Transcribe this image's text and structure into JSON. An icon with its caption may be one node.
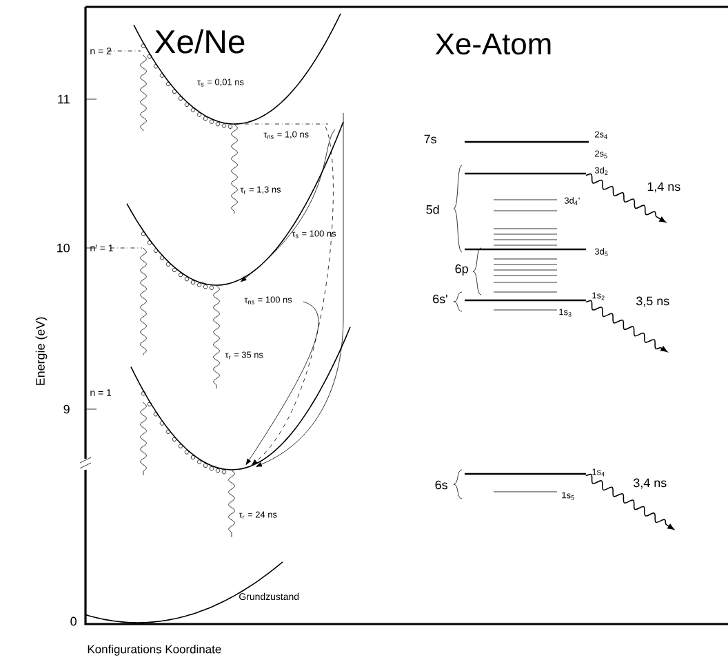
{
  "diagram": {
    "labels": [
      "Xe/Ne",
      "Xe-Atom",
      "n = 2",
      "τ$_{s}$ = 0,01 ns",
      "11",
      "τ$_{ns}$ = 1,0 ns",
      "7s",
      "2s$_{4}$",
      "2s$_{5}$",
      "3d$_{2}$",
      "τ$_{r}$ = 1,3 ns",
      "1,4 ns",
      "5d",
      "3d$_{4}$'",
      "τ$_{s}$ = 100 ns",
      "n' = 1",
      "10",
      "3d$_{5}$",
      "6p",
      "τ$_{ns}$ = 100 ns",
      "6s'",
      "1s$_{2}$",
      "3,5 ns",
      "1s$_{3}$",
      "τ$_{r}$ = 35 ns",
      "Energie (eV)",
      "n = 1",
      "9",
      "6s",
      "1s$_{4}$",
      "3,4 ns",
      "1s$_{5}$",
      "τ$_{r}$ = 24 ns",
      "Grundzustand",
      "0",
      "Konfigurations Koordinate"
    ]
  }
}
